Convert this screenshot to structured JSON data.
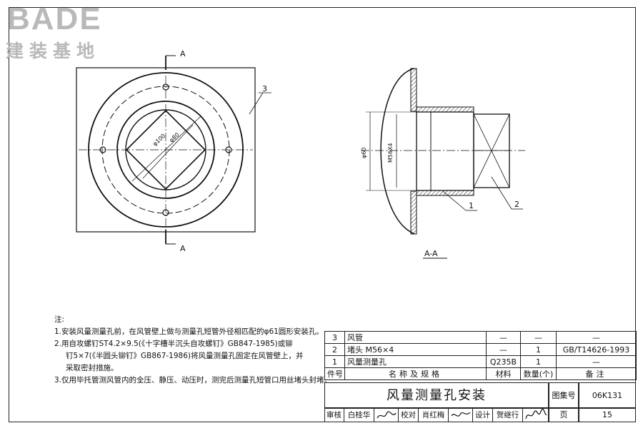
{
  "logo": {
    "en": "BADE",
    "cn": "建装基地"
  },
  "drawing": {
    "plan_section_marks": [
      "A",
      "A"
    ],
    "plan_callouts": [
      "3"
    ],
    "dims": {
      "d100": "φ100",
      "d80": "φ80",
      "d60": "φ60",
      "thread": "M56X4"
    },
    "section_callouts": [
      "1",
      "2"
    ],
    "section_label": "A-A"
  },
  "notes": {
    "heading": "注:",
    "lines": [
      "1.安装风量测量孔前，在风管壁上做与测量孔短管外径相匹配的φ61圆形安装孔。",
      "2.用自攻螺钉ST4.2×9.5(《十字槽半沉头自攻螺钉》GB847-1985)或铆",
      "钉5×7(《半圆头铆钉》GB867-1986)将风量测量孔固定在风管壁上，并",
      "采取密封措施。",
      "3.仅用毕托管测风管内的全压、静压、动压时，测完后测量孔短管口用丝堵头封堵。"
    ]
  },
  "bom": {
    "rows": [
      {
        "no": "3",
        "name": "风管",
        "material": "—",
        "qty": "—",
        "remark": "—"
      },
      {
        "no": "2",
        "name": "堵头   M56×4",
        "material": "—",
        "qty": "1",
        "remark": "GB/T14626-1993"
      },
      {
        "no": "1",
        "name": "风量测量孔",
        "material": "Q235B",
        "qty": "1",
        "remark": "—"
      }
    ],
    "header": {
      "no": "件号",
      "name": "名称及规格",
      "material": "材料",
      "qty": "数量(个)",
      "remark": "备注"
    }
  },
  "title_block": {
    "title": "风量测量孔安装",
    "atlas_label": "图集号",
    "atlas_no": "06K131",
    "page_label": "页",
    "page_no": "15",
    "review_label": "审核",
    "reviewer": "白桂华",
    "check_label": "校对",
    "checker": "肖红梅",
    "design_label": "设计",
    "designer": "贺继行"
  }
}
